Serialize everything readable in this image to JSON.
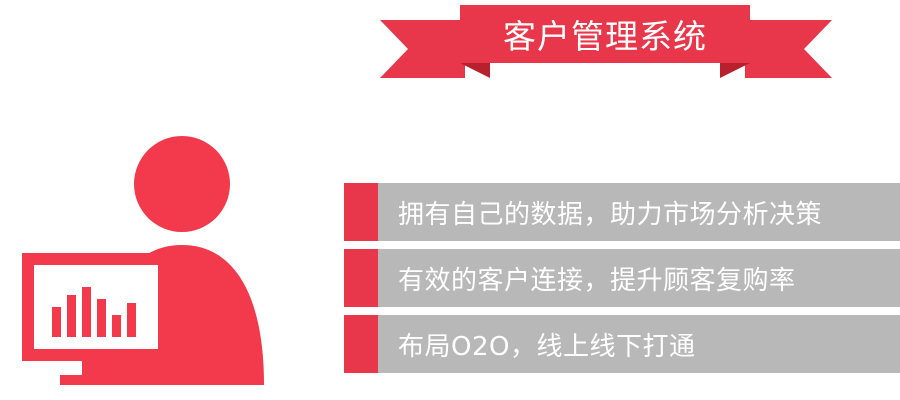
{
  "banner": {
    "title": "客户管理系统"
  },
  "features": [
    {
      "text": "拥有自己的数据，助力市场分析决策"
    },
    {
      "text": "有效的客户连接，提升顾客复购率"
    },
    {
      "text": "布局O2O，线上线下打通"
    }
  ],
  "illustration": {
    "icon": "person-with-chart-monitor-icon",
    "chart_bars": 6
  },
  "colors": {
    "accent": "#e8374a",
    "ribbon_dark": "#b8202e",
    "bar_gray": "#b8b8b8",
    "text_light": "#ffffff"
  }
}
